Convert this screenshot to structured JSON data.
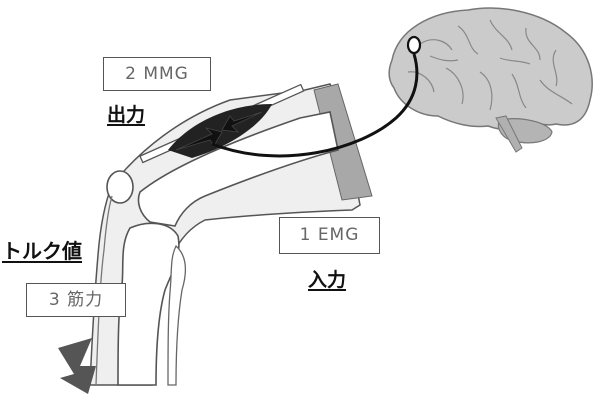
{
  "labels": {
    "mmg_box": "2 MMG",
    "output": "出力",
    "emg_box": "1 EMG",
    "input": "入力",
    "torque": "トルク値",
    "force_box": "3 筋力"
  },
  "colors": {
    "bone_fill": "#ffffff",
    "tissue_fill": "#ededed",
    "tissue_dark": "#9a9a9a",
    "brain_fill": "#c9c9c9",
    "muscle": "#222222",
    "arrow": "#555555",
    "outline": "#555555"
  },
  "icons": [
    "brain-icon",
    "muscle-icon",
    "leg-icon",
    "force-arrow-icon"
  ]
}
